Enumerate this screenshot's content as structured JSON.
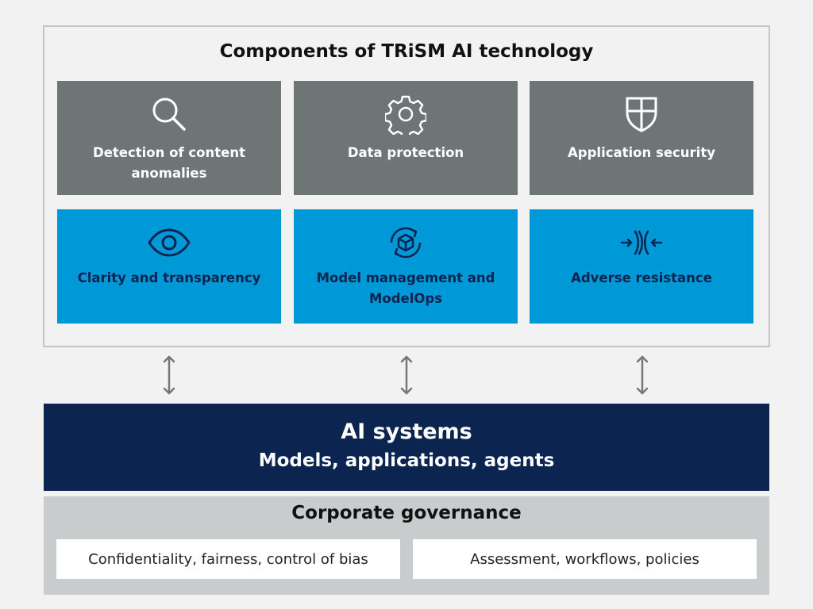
{
  "header": {
    "title": "Components of TRiSM AI technology"
  },
  "components": [
    {
      "label_line1": "Detection of content",
      "label_line2": "anomalies",
      "icon": "magnifier-icon",
      "style": "gray"
    },
    {
      "label_line1": "Data protection",
      "label_line2": "",
      "icon": "gear-icon",
      "style": "gray"
    },
    {
      "label_line1": "Application security",
      "label_line2": "",
      "icon": "shield-icon",
      "style": "gray"
    },
    {
      "label_line1": "Clarity and transparency",
      "label_line2": "",
      "icon": "eye-icon",
      "style": "blue"
    },
    {
      "label_line1": "Model management and",
      "label_line2": "ModelOps",
      "icon": "cube-cycle-icon",
      "style": "blue"
    },
    {
      "label_line1": "Adverse resistance",
      "label_line2": "",
      "icon": "inward-arrows-icon",
      "style": "blue"
    }
  ],
  "ai_systems": {
    "title": "AI systems",
    "subtitle": "Models, applications, agents"
  },
  "governance": {
    "title": "Corporate governance",
    "items": [
      "Confidentiality, fairness, control of bias",
      "Assessment, workflows, policies"
    ]
  },
  "colors": {
    "gray_tile": "#6d7575",
    "blue_tile": "#0099d8",
    "navy": "#0b2450",
    "governance_bg": "#c9cccc"
  }
}
